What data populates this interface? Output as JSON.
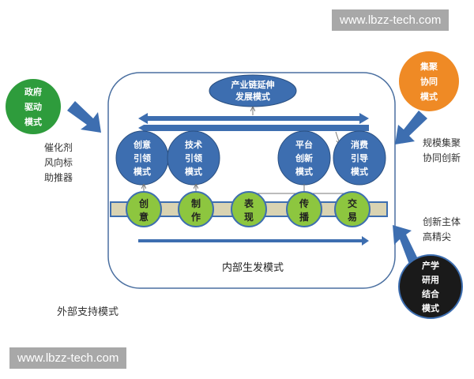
{
  "watermark": "www.lbzz-tech.com",
  "external": {
    "government": [
      "政府",
      "驱动",
      "模式"
    ],
    "government_note": [
      "催化剂",
      "风向标",
      "助推器"
    ],
    "cluster": [
      "集聚",
      "协同",
      "模式"
    ],
    "cluster_note": [
      "规模集聚",
      "协同创新"
    ],
    "iur": [
      "产学",
      "研用",
      "结合",
      "模式"
    ],
    "iur_note": [
      "创新主体",
      "高精尖"
    ],
    "label": "外部支持模式"
  },
  "internal": {
    "top": [
      "产业链延伸",
      "发展模式"
    ],
    "modes": [
      [
        "创意",
        "引领",
        "模式"
      ],
      [
        "技术",
        "引领",
        "模式"
      ],
      [
        "平台",
        "创新",
        "模式"
      ],
      [
        "消费",
        "引导",
        "模式"
      ]
    ],
    "chain": [
      [
        "创",
        "意"
      ],
      [
        "制",
        "作"
      ],
      [
        "表",
        "现"
      ],
      [
        "传",
        "播"
      ],
      [
        "交",
        "易"
      ]
    ],
    "label": "内部生发模式"
  },
  "colors": {
    "blue": "#3d6eb0",
    "green": "#8dc63f",
    "gov": "#2e9c3c",
    "orange": "#ef8a25",
    "band": "#d9d3b2"
  }
}
